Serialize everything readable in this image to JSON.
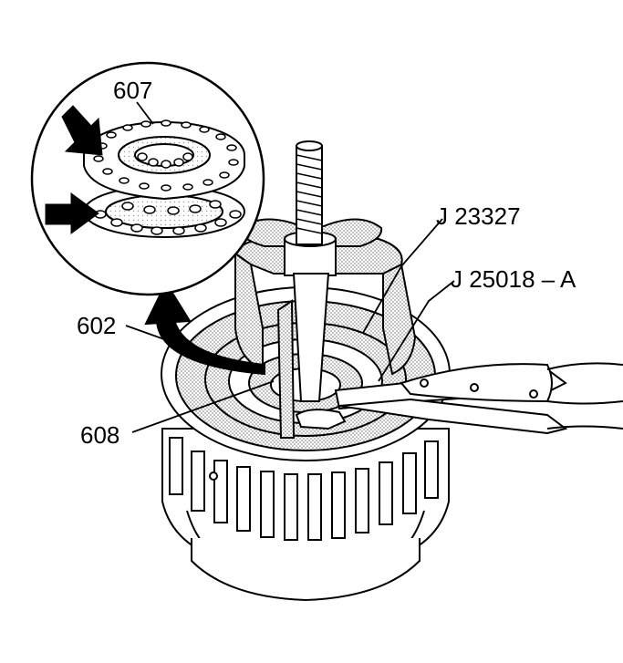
{
  "labels": {
    "part_607": "607",
    "tool_j23327": "J 23327",
    "tool_j25018a": "J 25018 – A",
    "part_602": "602",
    "part_608": "608"
  },
  "colors": {
    "stroke": "#000000",
    "stipple": "#cfcfcf",
    "background": "#ffffff"
  }
}
